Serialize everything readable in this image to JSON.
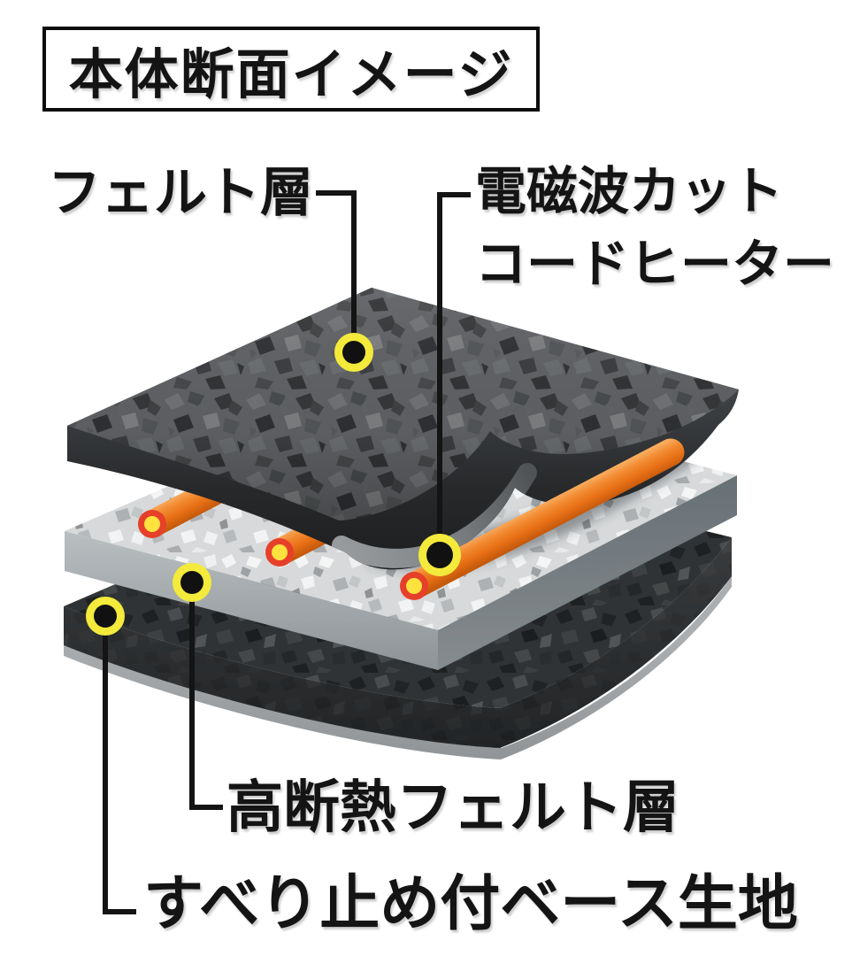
{
  "title": "本体断面イメージ",
  "labels": {
    "felt": "フェルト層",
    "heater_line1": "電磁波カット",
    "heater_line2": "コードヒーター",
    "insulation": "高断熱フェルト層",
    "base": "すべり止め付ベース生地"
  },
  "colors": {
    "marker_yellow": "#F3EA3B",
    "marker_black": "#111111",
    "connector_black": "#141414",
    "cord_orange": "#F0832B",
    "cord_section_ring": "#E6402A",
    "cord_section_core": "#FFE23E",
    "top_carpet_gray": "#5E6063",
    "middle_felt_light": "#D7D9DA",
    "base_fabric_dark": "#303335",
    "background": "#FFFFFF"
  }
}
